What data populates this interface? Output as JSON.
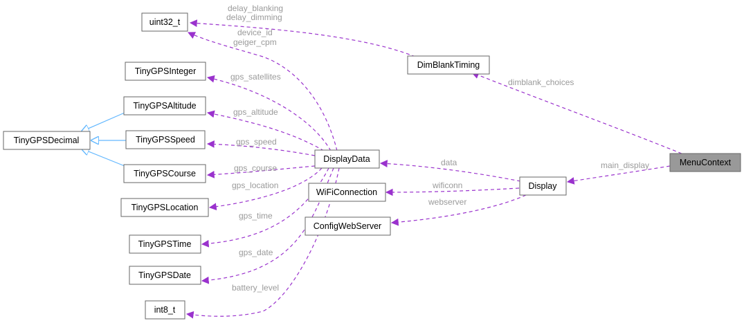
{
  "colors": {
    "usage_edge": "#9a32cd",
    "inherit_edge": "#63b8ff",
    "label": "#9a9a9a",
    "selected_fill": "#999999",
    "node_border": "#666666"
  },
  "nodes": {
    "uint32_t": "uint32_t",
    "tinygps_integer": "TinyGPSInteger",
    "tinygps_altitude": "TinyGPSAltitude",
    "tinygps_decimal": "TinyGPSDecimal",
    "tinygps_speed": "TinyGPSSpeed",
    "tinygps_course": "TinyGPSCourse",
    "tinygps_location": "TinyGPSLocation",
    "tinygps_time": "TinyGPSTime",
    "tinygps_date": "TinyGPSDate",
    "int8_t": "int8_t",
    "dim_blank_timing": "DimBlankTiming",
    "display_data": "DisplayData",
    "wifi_connection": "WiFiConnection",
    "config_web_server": "ConfigWebServer",
    "display": "Display",
    "menu_context": "MenuContext"
  },
  "edge_labels": {
    "delay_blanking": "delay_blanking",
    "delay_dimming": "delay_dimming",
    "device_id": "device_id",
    "geiger_cpm": "geiger_cpm",
    "gps_satellites": "gps_satellites",
    "gps_altitude": "gps_altitude",
    "gps_speed": "gps_speed",
    "gps_course": "gps_course",
    "gps_location": "gps_location",
    "gps_time": "gps_time",
    "gps_date": "gps_date",
    "battery_level": "battery_level",
    "dimblank_choices": "dimblank_choices",
    "data": "data",
    "wificonn": "wificonn",
    "webserver": "webserver",
    "main_display": "main_display"
  }
}
